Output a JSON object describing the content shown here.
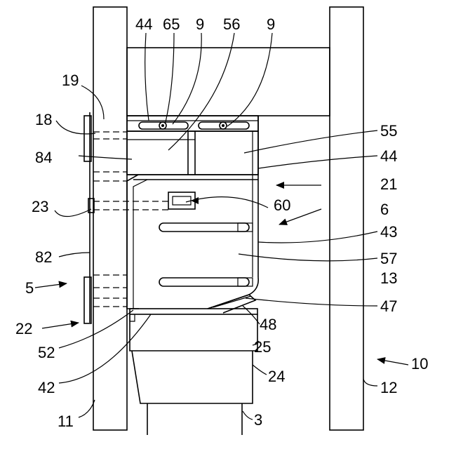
{
  "figure": {
    "labels": {
      "l44a": "44",
      "l65": "65",
      "l9a": "9",
      "l56": "56",
      "l9b": "9",
      "l19": "19",
      "l18": "18",
      "l84": "84",
      "l23": "23",
      "l82": "82",
      "l5": "5",
      "l22": "22",
      "l52": "52",
      "l42": "42",
      "l11": "11",
      "l55": "55",
      "l44b": "44",
      "l21": "21",
      "l60": "60",
      "l6": "6",
      "l43": "43",
      "l57": "57",
      "l13": "13",
      "l47": "47",
      "l48": "48",
      "l25": "25",
      "l24": "24",
      "l10": "10",
      "l12": "12",
      "l3": "3"
    }
  }
}
